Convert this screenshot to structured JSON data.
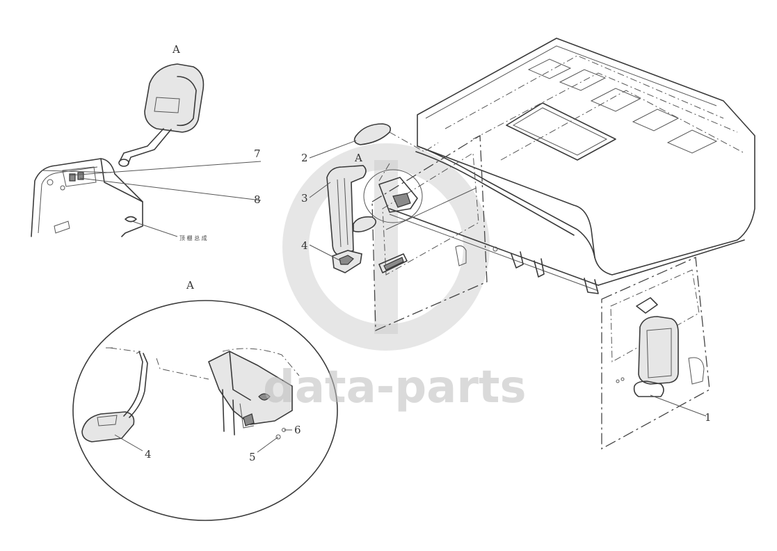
{
  "callouts": {
    "n1": "1",
    "n2": "2",
    "n3": "3",
    "n4": "4",
    "n4b": "4",
    "n5": "5",
    "n6": "6",
    "n7": "7",
    "n8": "8"
  },
  "views": {
    "view_top": "A",
    "view_circle": "A",
    "view_main": "A"
  },
  "caption": "顶 棚 总 成",
  "watermark": "data-parts",
  "colors": {
    "line": "#3a3a3a",
    "watermark": "#bdbdbd"
  }
}
